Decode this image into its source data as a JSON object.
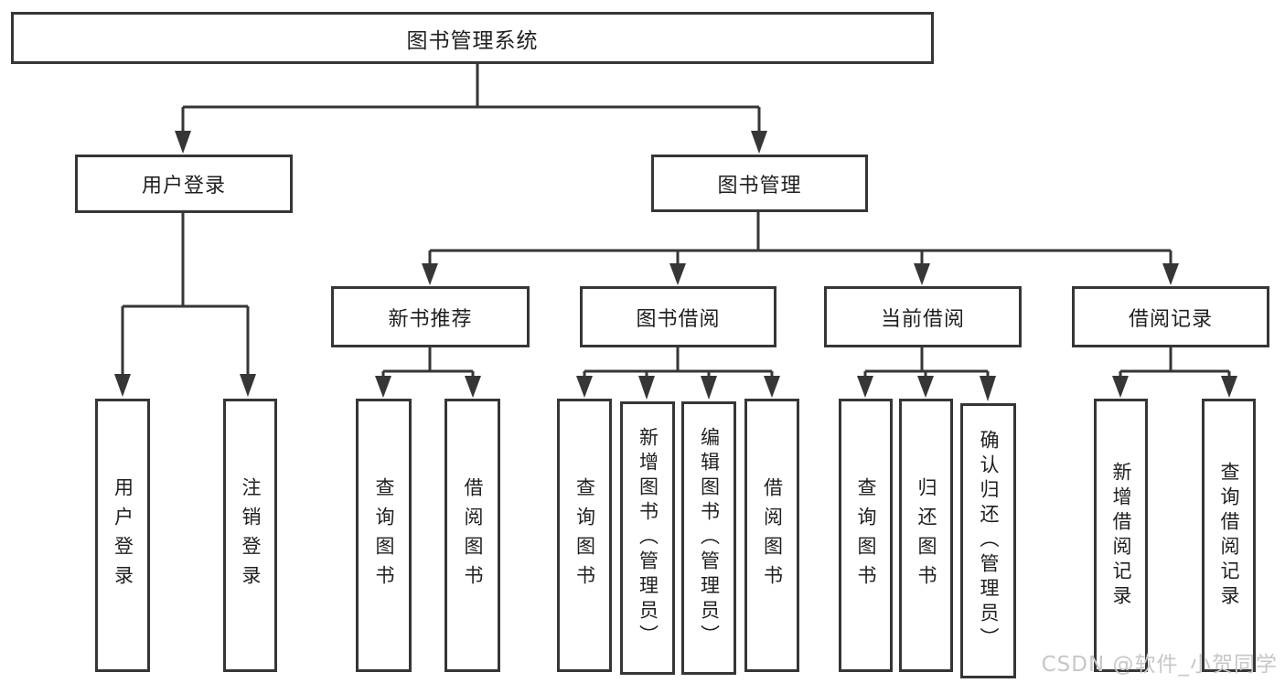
{
  "tree": {
    "label": "图书管理系统",
    "children": [
      {
        "label": "用户登录",
        "children": [
          {
            "label": "用户登录"
          },
          {
            "label": "注销登录"
          }
        ]
      },
      {
        "label": "图书管理",
        "children": [
          {
            "label": "新书推荐",
            "children": [
              {
                "label": "查询图书"
              },
              {
                "label": "借阅图书"
              }
            ]
          },
          {
            "label": "图书借阅",
            "children": [
              {
                "label": "查询图书"
              },
              {
                "label": "新增图书（管理员）"
              },
              {
                "label": "编辑图书（管理员）"
              },
              {
                "label": "借阅图书"
              }
            ]
          },
          {
            "label": "当前借阅",
            "children": [
              {
                "label": "查询图书"
              },
              {
                "label": "归还图书"
              },
              {
                "label": "确认归还（管理员）"
              }
            ]
          },
          {
            "label": "借阅记录",
            "children": [
              {
                "label": "新增借阅记录"
              },
              {
                "label": "查询借阅记录"
              }
            ]
          }
        ]
      }
    ]
  },
  "watermark": {
    "text": "CSDN @软件_小贺同学"
  },
  "colors": {
    "line": "#363636",
    "box_border": "#363636",
    "text": "#1f1f1f",
    "background": "#ffffff",
    "watermark": "#c7c7c7"
  }
}
